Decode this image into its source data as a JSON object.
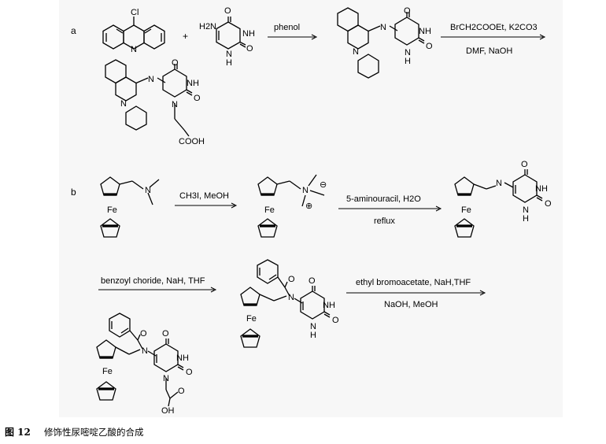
{
  "scheme": {
    "part_a_label": "a",
    "part_b_label": "b",
    "plus_sign": "+",
    "atoms": {
      "cl": "Cl",
      "h2n": "H2N",
      "o": "O",
      "n": "N",
      "nh": "NH",
      "h": "H",
      "fe": "Fe",
      "oh": "OH",
      "cooh": "COOH",
      "minus": "⊖",
      "plus": "⊕"
    },
    "conditions": {
      "a1": "phenol",
      "a2_top": "BrCH2COOEt, K2CO3",
      "a2_bottom": "DMF, NaOH",
      "b1": "CH3I, MeOH",
      "b2_top": "5-aminouracil, H2O",
      "b2_bottom": "reflux",
      "b3": "benzoyl choride, NaH, THF",
      "b4_top": "ethyl bromoacetate, NaH,THF",
      "b4_bottom": "NaOH, MeOH"
    }
  },
  "caption": {
    "figure_number": "图 12",
    "text": "修饰性尿嘧啶乙酸的合成"
  }
}
